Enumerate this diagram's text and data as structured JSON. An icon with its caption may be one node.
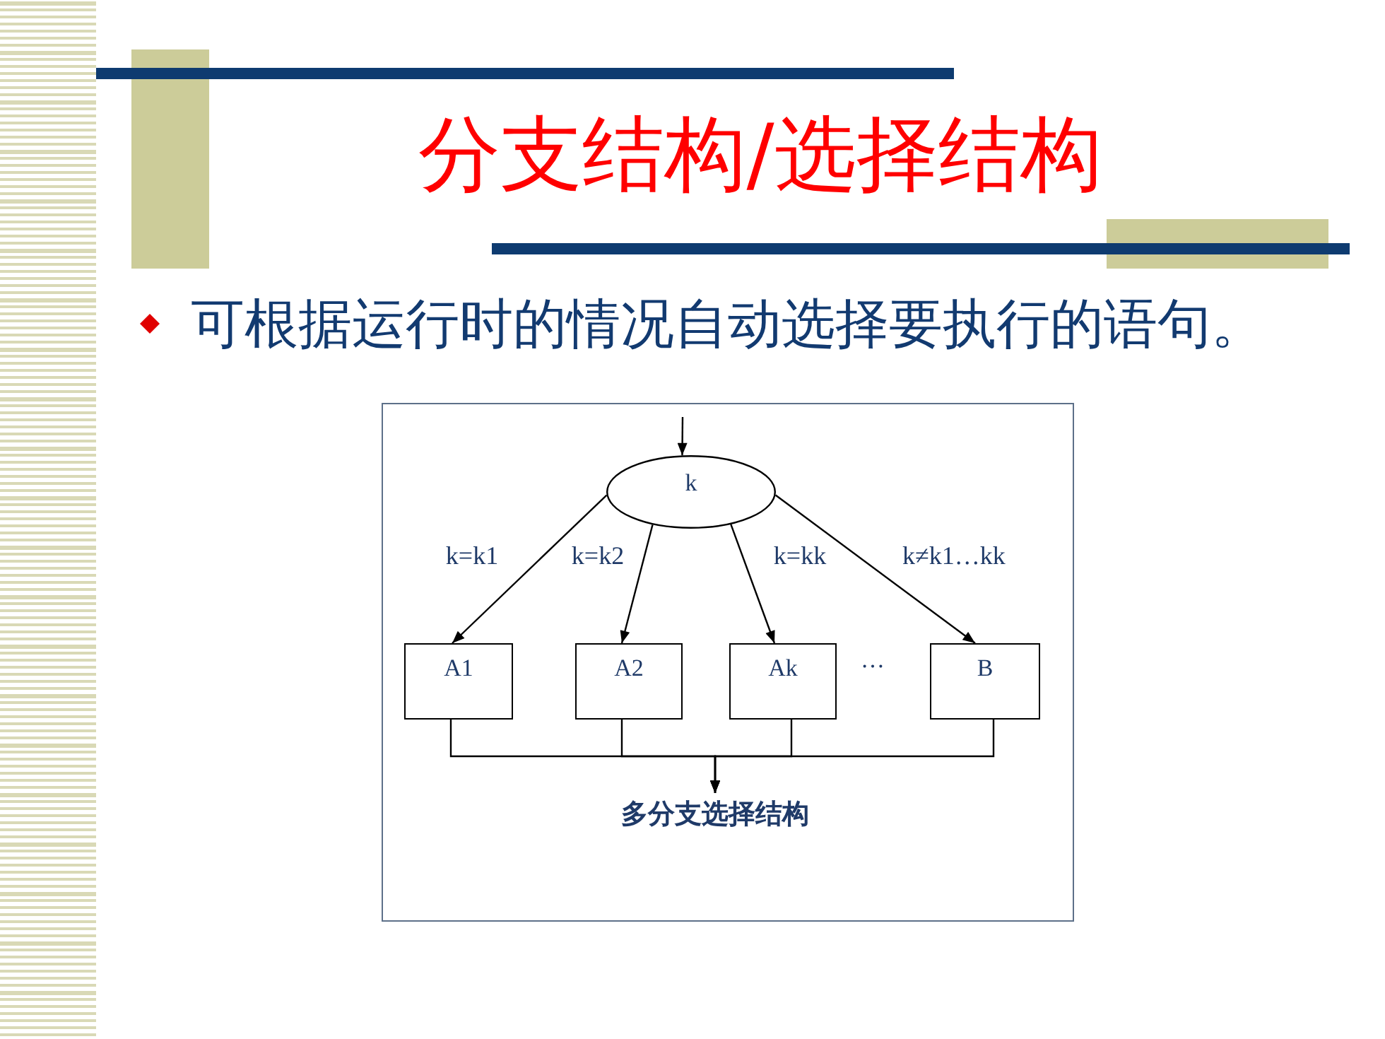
{
  "diagram": {
    "title": "分支结构/选择结构",
    "nodes": [
      {
        "text": [
          "k"
        ]
      },
      {
        "text": [
          "A1"
        ]
      },
      {
        "text": [
          "A2"
        ]
      },
      {
        "text": [
          "Ak"
        ]
      },
      {
        "text": [
          "B"
        ]
      },
      {
        "text": [
          "多分支选择结构"
        ]
      }
    ],
    "edges": [
      {
        "from": null,
        "to": 0,
        "arrow": "to"
      },
      {
        "from": 0,
        "to": 1,
        "arrow": "to",
        "label": "k=k1"
      },
      {
        "from": 0,
        "to": 2,
        "arrow": "to",
        "label": "k=k2"
      },
      {
        "from": 0,
        "to": 3,
        "arrow": "to",
        "label": "k=kk"
      },
      {
        "from": 0,
        "to": 4,
        "arrow": "to",
        "label": "k≠k1…kk"
      },
      {
        "from": 1,
        "to": 5,
        "arrow": "to"
      },
      {
        "from": 2,
        "to": 5,
        "arrow": "to"
      },
      {
        "from": 3,
        "to": 5,
        "arrow": "to"
      },
      {
        "from": 4,
        "to": 5,
        "arrow": "to"
      }
    ],
    "labels": [
      "可根据运行时的情况自动选择要执行的语句。",
      "…"
    ]
  }
}
